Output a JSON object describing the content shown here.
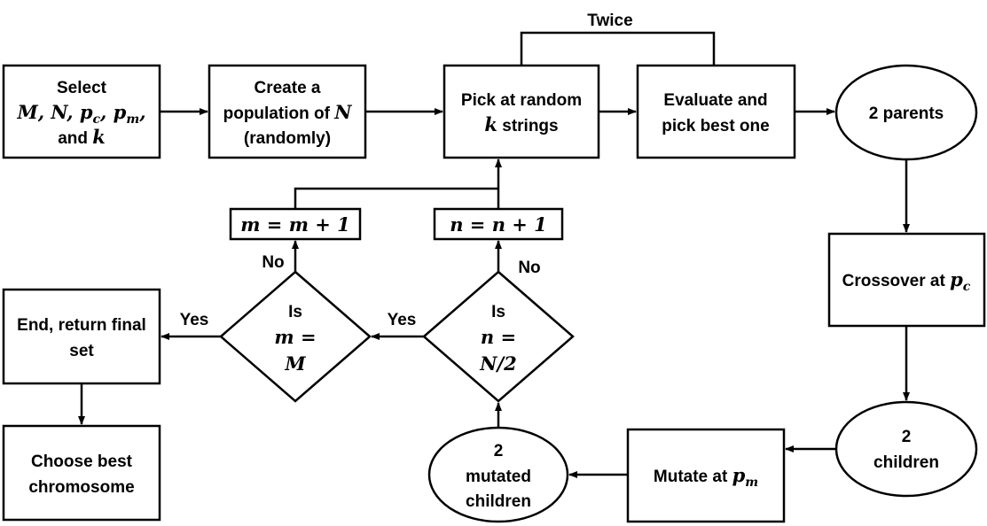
{
  "nodes": {
    "select": {
      "line1": "Select",
      "vars": "M, N, ",
      "p1": "p",
      "p1_sub": "c",
      "comma": ", ",
      "p2": "p",
      "p2_sub": "m",
      "comma2": ",",
      "and": "and ",
      "k": "k"
    },
    "create": {
      "line1": "Create a",
      "line2": "population of ",
      "n": "N",
      "line3": "(randomly)"
    },
    "pick": {
      "line1": "Pick at random",
      "k": "k",
      "line2": " strings"
    },
    "evaluate": {
      "line1": "Evaluate and",
      "line2": "pick best one"
    },
    "parents": {
      "label": "2 parents"
    },
    "crossover": {
      "label": "Crossover at ",
      "p": "p",
      "p_sub": "c"
    },
    "children": {
      "line1": "2",
      "line2": "children"
    },
    "mutate": {
      "label": "Mutate at ",
      "p": "p",
      "p_sub": "m"
    },
    "mutated": {
      "line1": "2",
      "line2": "mutated",
      "line3": "children"
    },
    "is_n": {
      "line1": "Is",
      "line2": "n =",
      "line3": "N/2"
    },
    "is_m": {
      "line1": "Is",
      "line2": "m =",
      "line3": "M"
    },
    "n_inc": {
      "label": "n = n + 1"
    },
    "m_inc": {
      "label": "m = m + 1"
    },
    "end": {
      "line1": "End, return final",
      "line2": "set"
    },
    "choose": {
      "line1": "Choose best",
      "line2": "chromosome"
    }
  },
  "edge_labels": {
    "twice": "Twice",
    "no_n": "No",
    "no_m": "No",
    "yes_n": "Yes",
    "yes_m": "Yes"
  }
}
